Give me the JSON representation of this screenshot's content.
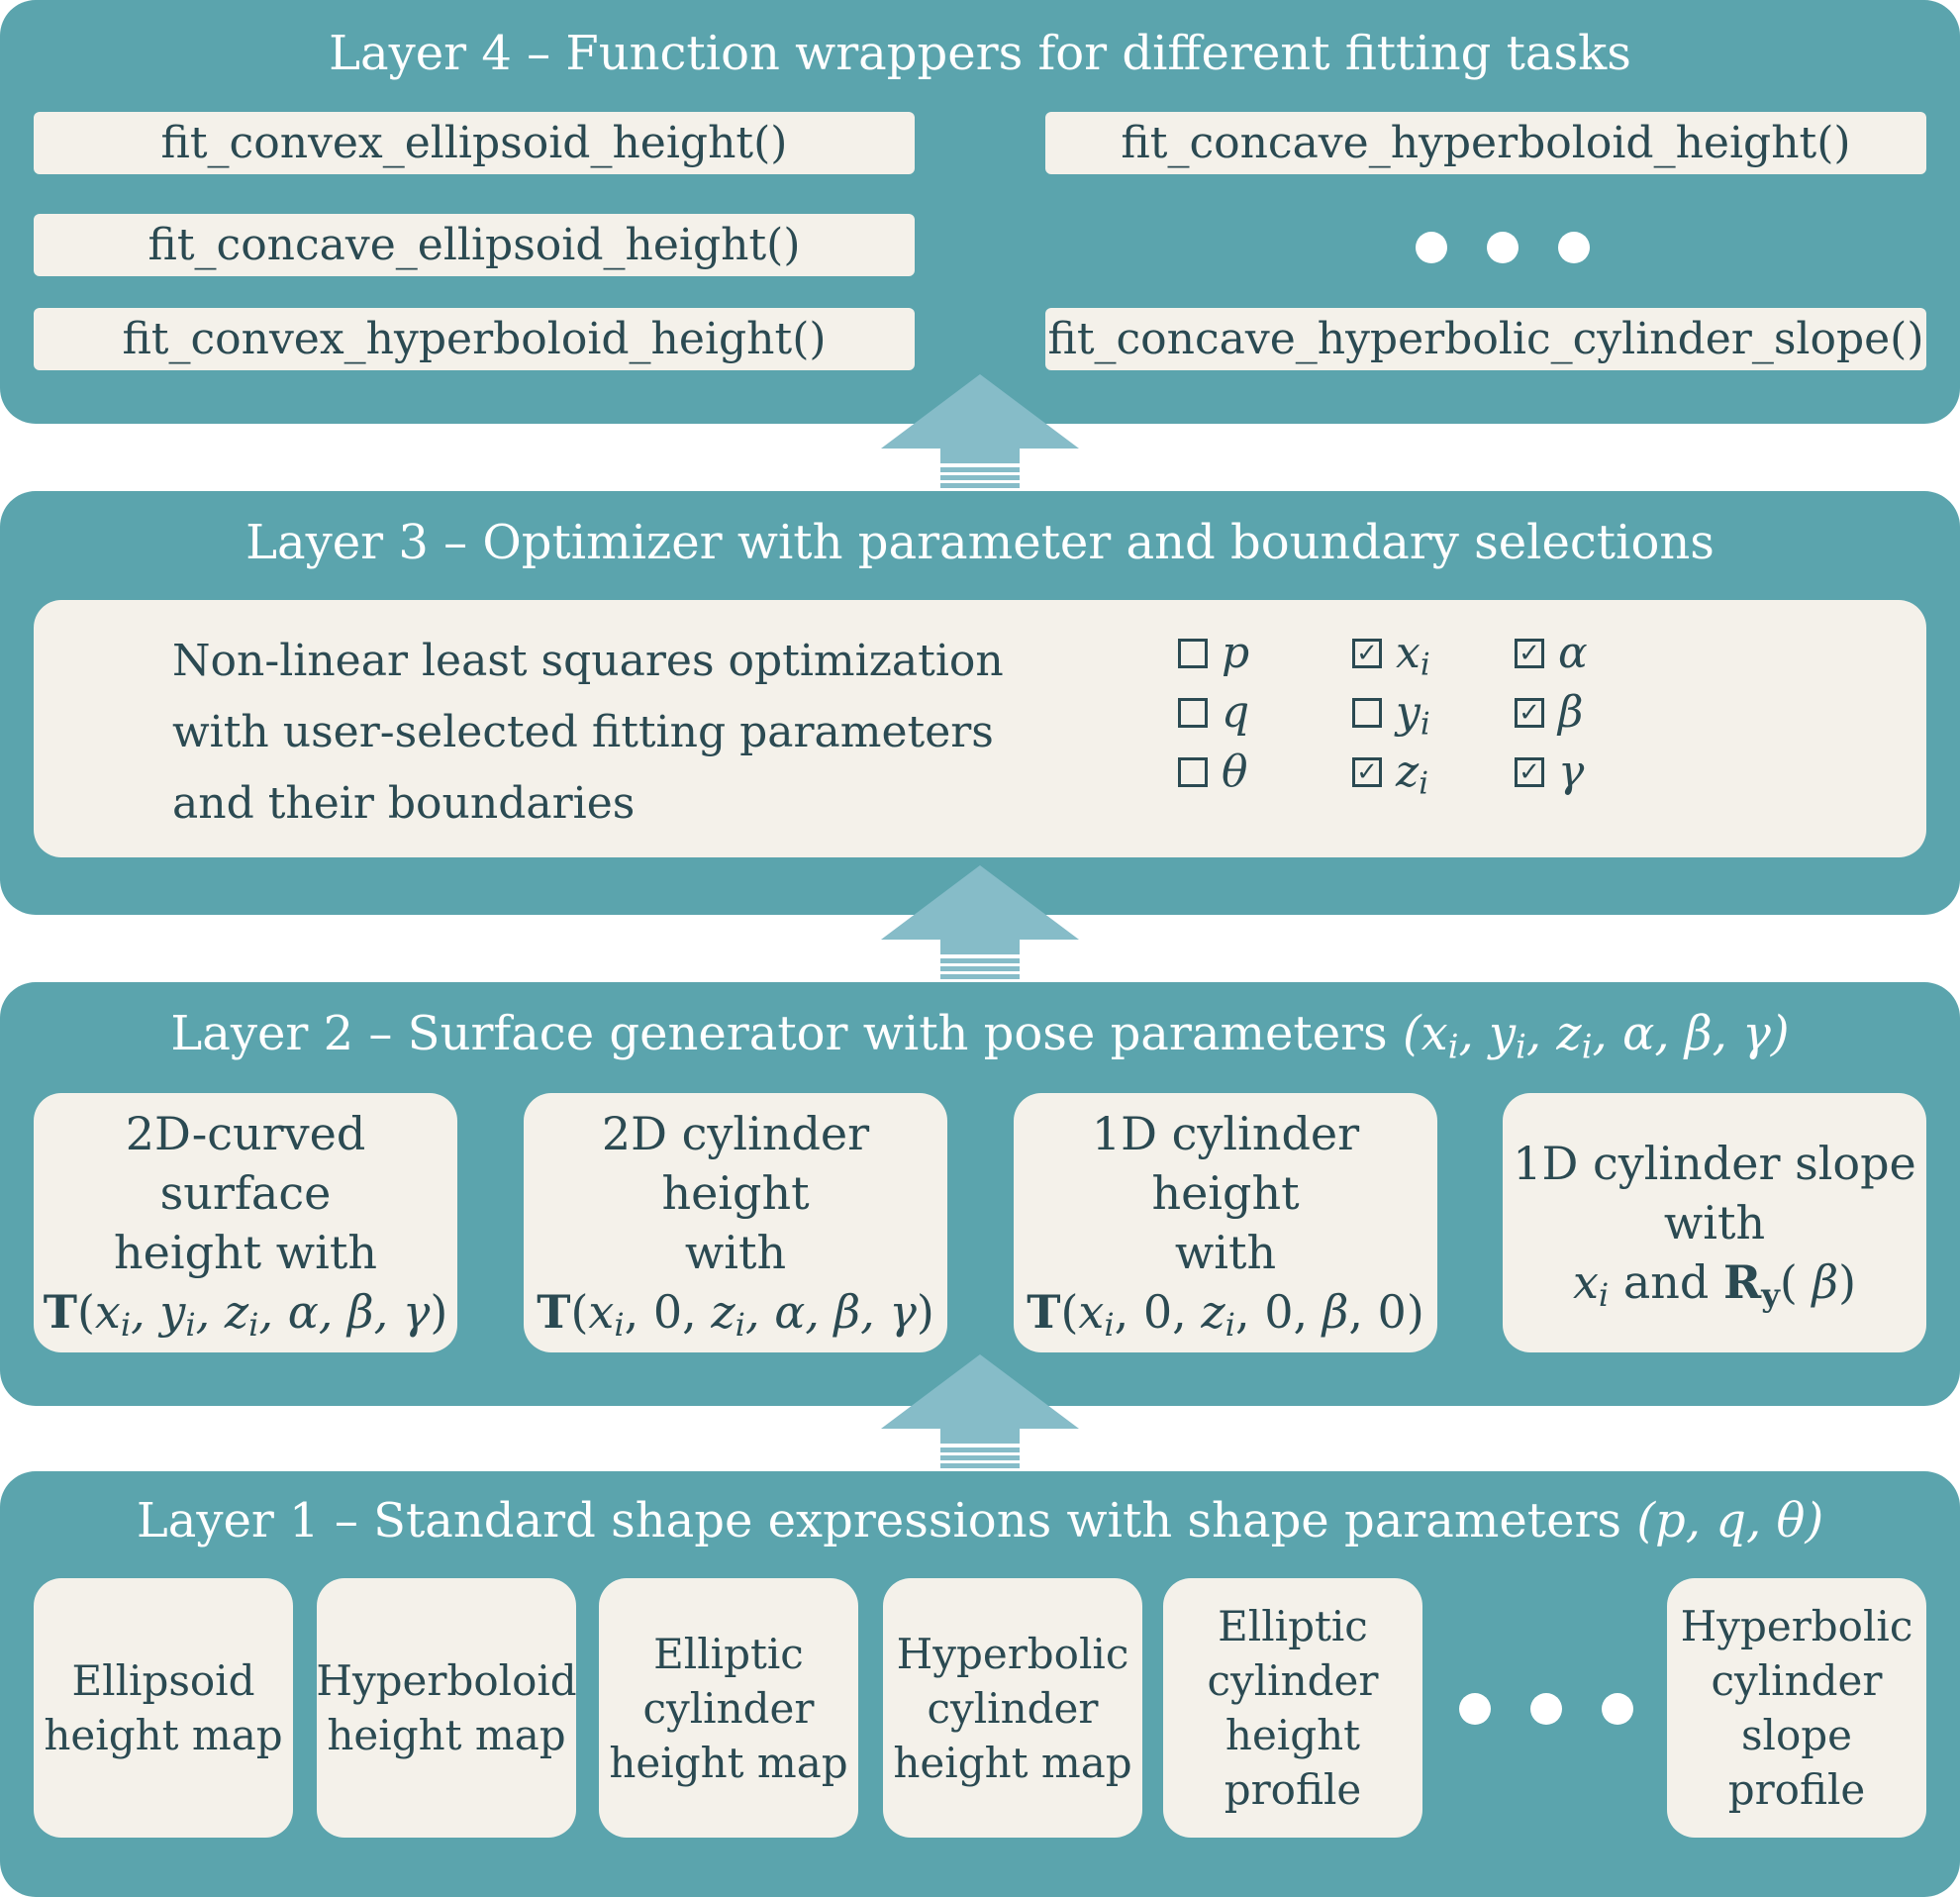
{
  "layer4": {
    "title": "Layer 4 – Function wrappers for different fitting tasks",
    "functions": [
      "fit_convex_ellipsoid_height()",
      "fit_concave_ellipsoid_height()",
      "fit_convex_hyperboloid_height()",
      "fit_concave_hyperboloid_height()",
      "fit_concave_hyperbolic_cylinder_slope()"
    ]
  },
  "layer3": {
    "title": "Layer 3 – Optimizer with parameter and boundary selections",
    "description_lines": [
      "Non-linear least squares optimization",
      "with user-selected fitting parameters",
      "and their boundaries"
    ],
    "parameters": [
      {
        "symbol": "p",
        "checked": false
      },
      {
        "symbol": "q",
        "checked": false
      },
      {
        "symbol": "θ",
        "checked": false
      },
      {
        "symbol": "x",
        "subscript": "i",
        "checked": true
      },
      {
        "symbol": "y",
        "subscript": "i",
        "checked": false
      },
      {
        "symbol": "z",
        "subscript": "i",
        "checked": true
      },
      {
        "symbol": "α",
        "checked": true
      },
      {
        "symbol": "β",
        "checked": true
      },
      {
        "symbol": "γ",
        "checked": true
      }
    ]
  },
  "layer2": {
    "title_text": "Layer 2 – Surface generator with pose parameters",
    "title_params": "(xi, yi, zi, α, β, γ)",
    "cards": [
      {
        "line1": "2D-curved surface",
        "line2": "height with",
        "formula": "T(xi, yi, zi, α, β, γ)"
      },
      {
        "line1": "2D cylinder height",
        "line2": "with",
        "formula": "T(xi, 0, zi, α, β, γ)"
      },
      {
        "line1": "1D cylinder height",
        "line2": "with",
        "formula": "T(xi, 0, zi, 0, β, 0)"
      },
      {
        "line1": "1D cylinder slope",
        "line2": "with",
        "formula": "xi and Ry( β)"
      }
    ]
  },
  "layer1": {
    "title_text": "Layer 1 – Standard shape expressions with shape parameters",
    "title_params": "(p, q, θ)",
    "cards": [
      [
        "Ellipsoid",
        "height map"
      ],
      [
        "Hyperboloid",
        "height map"
      ],
      [
        "Elliptic",
        "cylinder",
        "height map"
      ],
      [
        "Hyperbolic",
        "cylinder",
        "height map"
      ],
      [
        "Elliptic",
        "cylinder",
        "height",
        "profile"
      ],
      [
        "Hyperbolic",
        "cylinder",
        "slope",
        "profile"
      ]
    ]
  },
  "colors": {
    "layer_bg": "#5ba4ad",
    "box_bg": "#f4f1ea",
    "arrow": "#86bcc8",
    "text_dark": "#2b4a52"
  }
}
